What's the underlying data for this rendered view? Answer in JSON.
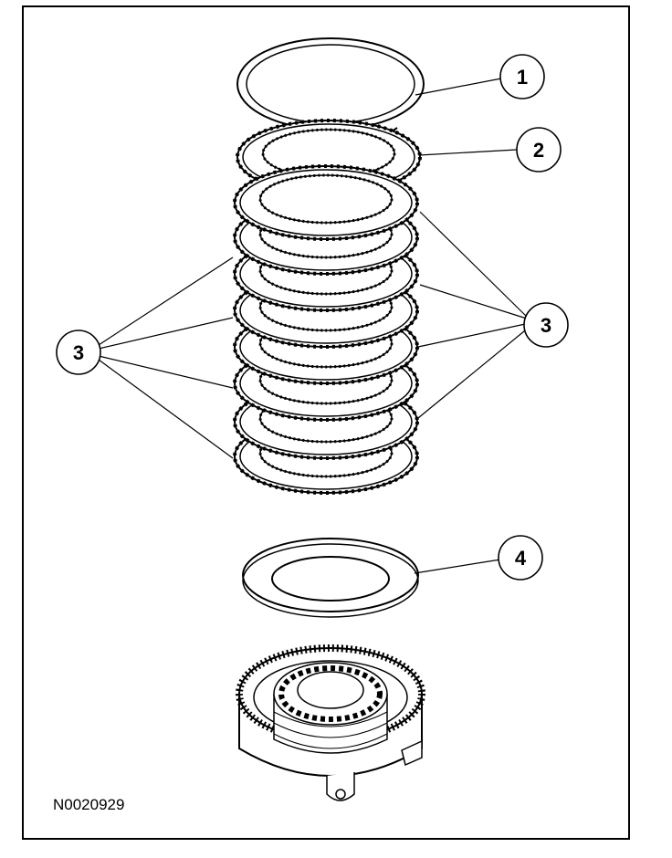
{
  "figure": {
    "id": "N0020929",
    "callouts": [
      {
        "key": "c1",
        "number": "1"
      },
      {
        "key": "c2",
        "number": "2"
      },
      {
        "key": "c3-left",
        "number": "3"
      },
      {
        "key": "c3-right",
        "number": "3"
      },
      {
        "key": "c4",
        "number": "4"
      }
    ],
    "line_color": "#000000",
    "background": "#ffffff"
  }
}
